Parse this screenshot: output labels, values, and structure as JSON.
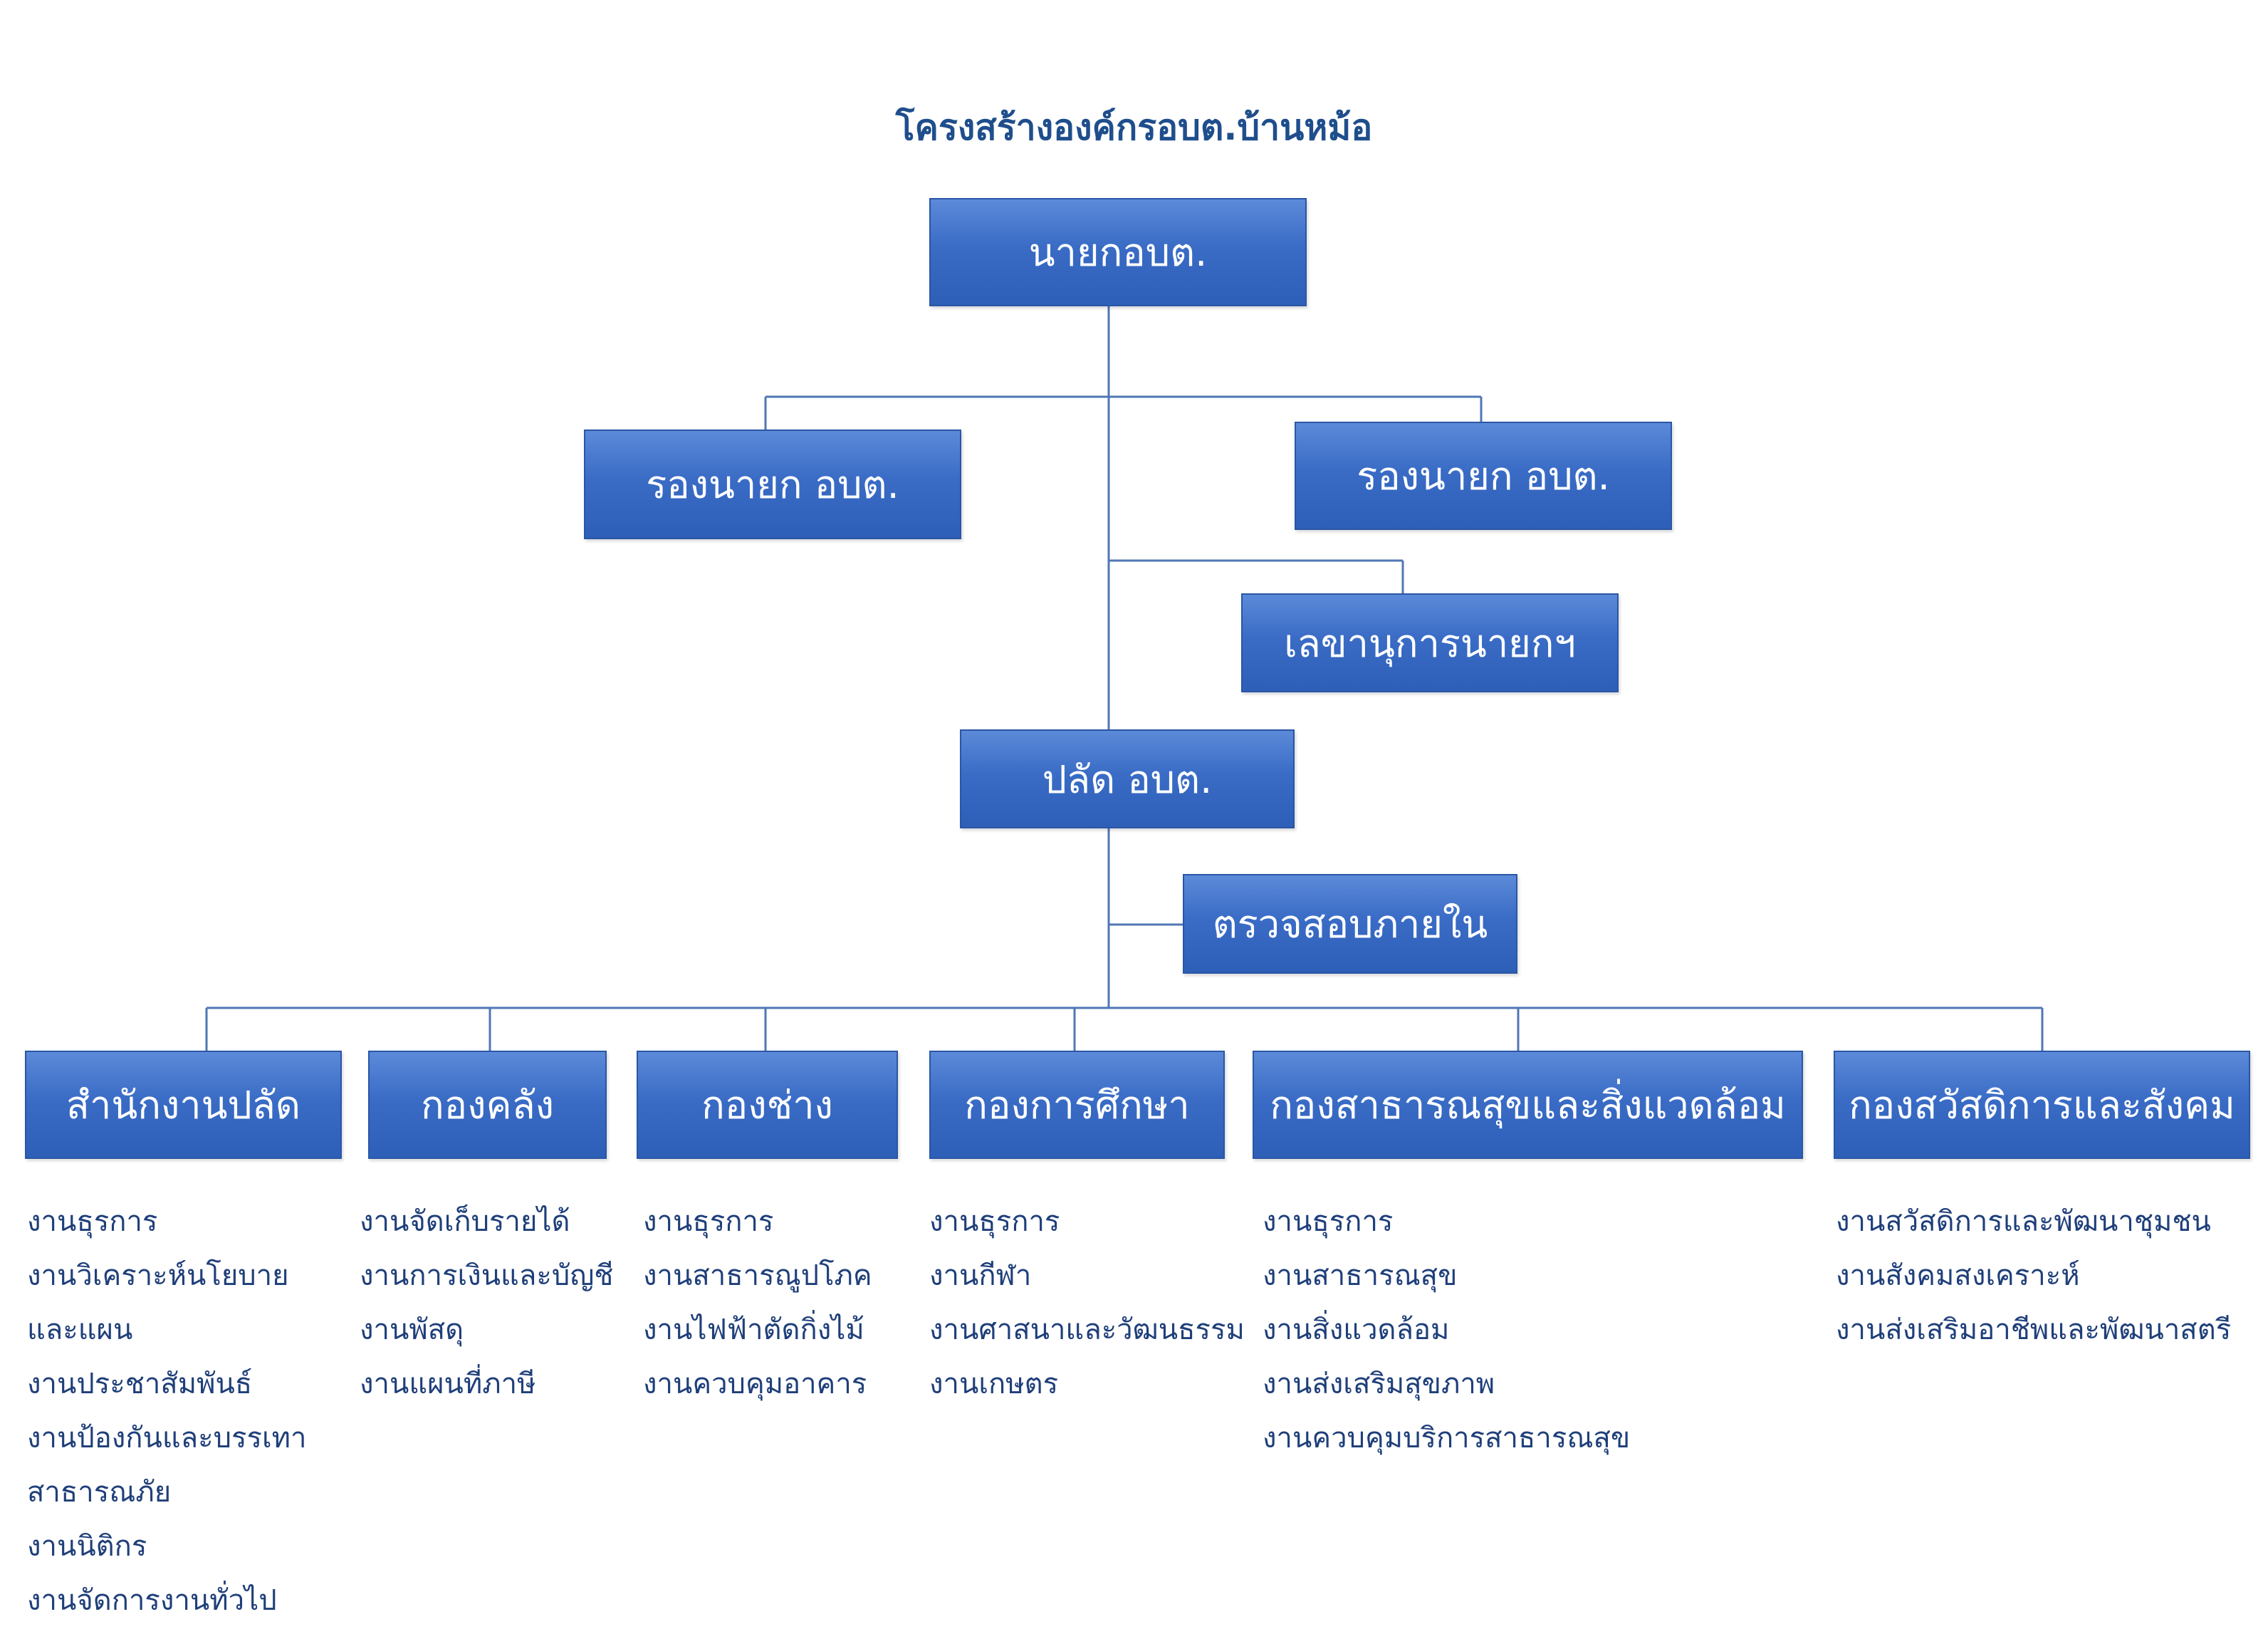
{
  "title": "โครงสร้างองค์กรอบต.บ้านหม้อ",
  "top": {
    "mayor": "นายกอบต.",
    "deputy_left": "รองนายก อบต.",
    "deputy_right": "รองนายก อบต.",
    "secretary": "เลขานุการนายกฯ",
    "clerk": "ปลัด อบต.",
    "audit": "ตรวจสอบภายใน"
  },
  "departments": [
    {
      "name": "สำนักงานปลัด",
      "items": [
        "งานธุรการ",
        "งานวิเคราะห์นโยบาย",
        "และแผน",
        "งานประชาสัมพันธ์",
        "งานป้องกันและบรรเทา",
        "สาธารณภัย",
        "งานนิติกร",
        "งานจัดการงานทั่วไป"
      ]
    },
    {
      "name": "กองคลัง",
      "items": [
        "งานจัดเก็บรายได้",
        "งานการเงินและบัญชี",
        "งานพัสดุ",
        "งานแผนที่ภาษี"
      ]
    },
    {
      "name": "กองช่าง",
      "items": [
        "งานธุรการ",
        "งานสาธารณูปโภค",
        "งานไฟฟ้าตัดกิ่งไม้",
        "งานควบคุมอาคาร"
      ]
    },
    {
      "name": "กองการศึกษา",
      "items": [
        "งานธุรการ",
        "งานกีฬา",
        "งานศาสนาและวัฒนธรรม",
        "งานเกษตร"
      ]
    },
    {
      "name": "กองสาธารณสุขและสิ่งแวดล้อม",
      "items": [
        "งานธุรการ",
        "งานสาธารณสุข",
        "งานสิ่งแวดล้อม",
        "งานส่งเสริมสุขภาพ",
        "งานควบคุมบริการสาธารณสุข"
      ]
    },
    {
      "name": "กองสวัสดิการและสังคม",
      "items": [
        "งานสวัสดิการและพัฒนาชุมชน",
        "งานสังคมสงเคราะห์",
        "งานส่งเสริมอาชีพและพัฒนาสตรี"
      ]
    }
  ]
}
